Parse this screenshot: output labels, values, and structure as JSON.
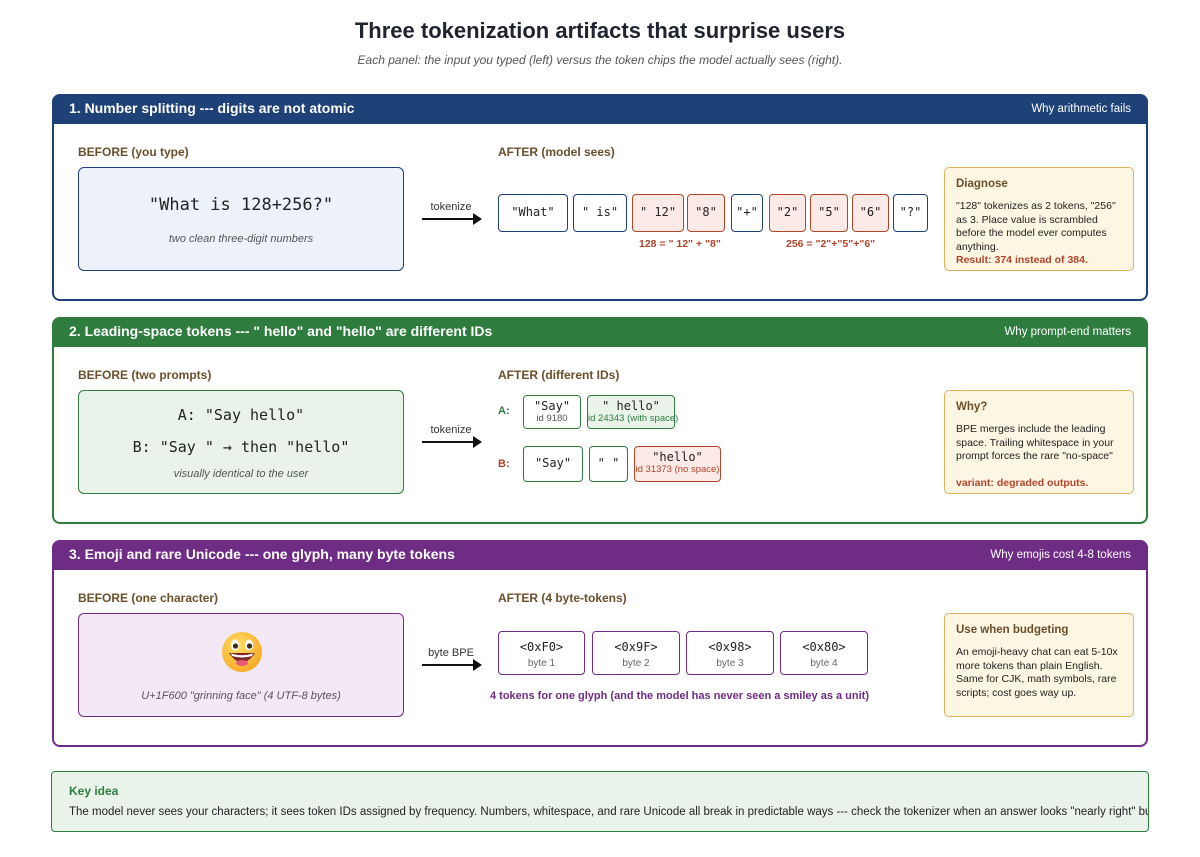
{
  "title": "Three tokenization artifacts that surprise users",
  "subtitle": "Each panel: the input you typed (left) versus the token chips the model actually sees (right).",
  "colors": {
    "panel1": "#1e4178",
    "panel2": "#2e7d3f",
    "panel3": "#6f2c85",
    "alert": "#b2452b",
    "note_bg": "#fdf6e3"
  },
  "panels": [
    {
      "title": "1. Number splitting --- digits are not atomic",
      "tag": "Why arithmetic fails",
      "before_label": "BEFORE (you type)",
      "before_text": "\"What is 128+256?\"",
      "before_note": "two clean three-digit numbers",
      "arrow_label": "tokenize",
      "after_label": "AFTER (model sees)",
      "tokens": [
        "\"What\"",
        "\" is\"",
        "\" 12\"",
        "\"8\"",
        "\"+\"",
        "\"2\"",
        "\"5\"",
        "\"6\"",
        "\"?\""
      ],
      "notes": [
        "128 = \" 12\" + \"8\"",
        "256 = \"2\"+\"5\"+\"6\""
      ],
      "side": {
        "title": "Diagnose",
        "body": "\"128\" tokenizes as 2 tokens, \"256\" as 3. Place value is scrambled before the model ever computes anything.",
        "strong": "Result: 374 instead of 384."
      }
    },
    {
      "title": "2. Leading-space tokens --- \" hello\" and \"hello\" are different IDs",
      "tag": "Why prompt-end matters",
      "before_label": "BEFORE (two prompts)",
      "before_lines": [
        "A: \"Say hello\"",
        "B: \"Say \" → then \"hello\""
      ],
      "before_note": "visually identical to the user",
      "arrow_label": "tokenize",
      "after_label": "AFTER (different IDs)",
      "row_a": {
        "label": "A:",
        "tokens": [
          {
            "text": "\"Say\"",
            "sub": "id 9180"
          },
          {
            "text": "\" hello\"",
            "sub": "id 24343 (with space)"
          }
        ]
      },
      "row_b": {
        "label": "B:",
        "tokens": [
          {
            "text": "\"Say\""
          },
          {
            "text": "\" \""
          },
          {
            "text": "\"hello\"",
            "sub": "id 31373 (no space)"
          }
        ]
      },
      "side": {
        "title": "Why?",
        "body": "BPE merges include the leading space. Trailing whitespace in your prompt forces the rare \"no-space\"",
        "strong": "variant: degraded outputs."
      }
    },
    {
      "title": "3. Emoji and rare Unicode --- one glyph, many byte tokens",
      "tag": "Why emojis cost 4-8 tokens",
      "before_label": "BEFORE (one character)",
      "before_note": "U+1F600 \"grinning face\" (4 UTF-8 bytes)",
      "emoji_icon": "grinning-face-emoji",
      "arrow_label": "byte BPE",
      "after_label": "AFTER (4 byte-tokens)",
      "tokens": [
        {
          "text": "<0xF0>",
          "sub": "byte 1"
        },
        {
          "text": "<0x9F>",
          "sub": "byte 2"
        },
        {
          "text": "<0x98>",
          "sub": "byte 3"
        },
        {
          "text": "<0x80>",
          "sub": "byte 4"
        }
      ],
      "summary": "4 tokens for one glyph (and the model has never seen a smiley as a unit)",
      "side": {
        "title": "Use when budgeting",
        "body": "An emoji-heavy chat can eat 5-10x more tokens than plain English. Same for CJK, math symbols, rare scripts; cost goes way up."
      }
    }
  ],
  "key_idea": {
    "title": "Key idea",
    "text": "The model never sees your characters; it sees token IDs assigned by frequency. Numbers, whitespace, and rare Unicode all break in predictable ways --- check the tokenizer when an answer looks \"nearly right\" but off by a digit or"
  }
}
